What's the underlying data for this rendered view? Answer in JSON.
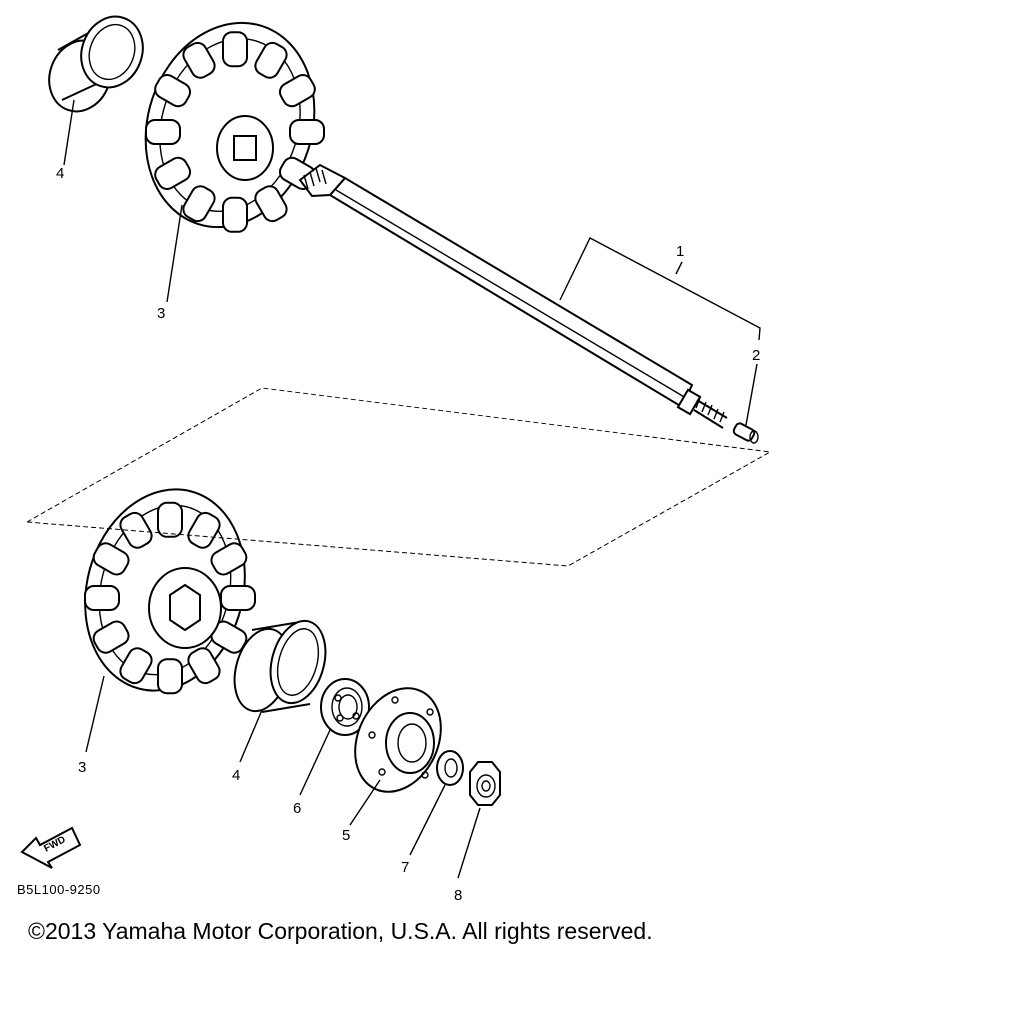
{
  "callouts": {
    "p1": "1",
    "p2": "2",
    "p3_top": "3",
    "p3_bottom": "3",
    "p4_top": "4",
    "p4_bottom": "4",
    "p5": "5",
    "p6": "6",
    "p7": "7",
    "p8": "8"
  },
  "fwd_arrow": {
    "text": "FWD",
    "icon": "fwd-arrow-icon"
  },
  "diagram_code": "B5L100-9250",
  "copyright": "©2013 Yamaha Motor Corporation, U.S.A. All rights reserved."
}
